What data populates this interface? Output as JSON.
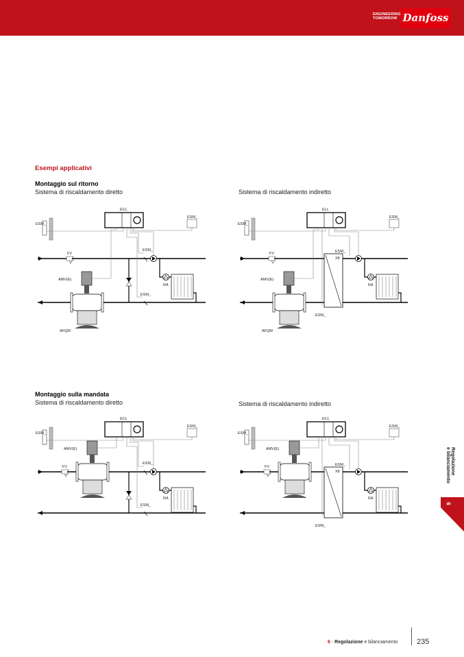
{
  "header": {
    "tagline_1": "ENGINEERING",
    "tagline_2": "TOMORROW",
    "logo": "Danfoss",
    "brand_color": "#c0121b"
  },
  "section_title": "Esempi applicativi",
  "groups": [
    {
      "title": "Montaggio sul ritorno",
      "left_subtitle": "Sistema di riscaldamento diretto",
      "right_subtitle": "Sistema di riscaldamento indiretto"
    },
    {
      "title": "Montaggio sulla mandata",
      "left_subtitle": "Sistema di riscaldamento diretto",
      "right_subtitle": "Sistema di riscaldamento indiretto"
    }
  ],
  "diagrams": [
    {
      "mount": "return",
      "type": "direct",
      "labels": {
        "controller": "ECL",
        "outdoor_sensor": "ESM_",
        "room_sensor": "ESM_",
        "supply_sensor": "ESM_",
        "return_sensor": "ESM_",
        "filter": "FV",
        "actuator": "AMV(E)",
        "valve": "AFQM",
        "radiator_valve": "RA"
      }
    },
    {
      "mount": "return",
      "type": "indirect",
      "labels": {
        "controller": "ELL",
        "outdoor_sensor": "ESM_",
        "room_sensor": "ESM_",
        "supply_sensor": "ESM_",
        "return_sensor": "ESM_",
        "filter": "FV",
        "actuator": "AMV(E)",
        "valve": "AFQM",
        "radiator_valve": "RA",
        "exchanger": "X8"
      }
    },
    {
      "mount": "supply",
      "type": "direct",
      "labels": {
        "controller": "ECL",
        "outdoor_sensor": "ESM_",
        "room_sensor": "ESM_",
        "supply_sensor": "ESM_",
        "return_sensor": "ESM_",
        "filter": "FV",
        "actuator": "AMV(E)",
        "radiator_valve": "RA"
      }
    },
    {
      "mount": "supply",
      "type": "indirect",
      "labels": {
        "controller": "ECL",
        "outdoor_sensor": "ESM_",
        "room_sensor": "ESM_",
        "supply_sensor": "ESM_",
        "return_sensor": "ESM_",
        "filter": "FV",
        "actuator": "AMV(E)",
        "radiator_valve": "RA",
        "exchanger": "X8"
      }
    }
  ],
  "side_tab": {
    "number": "6",
    "label_1": "Regolazione",
    "label_2": "e bilanciamento"
  },
  "footer": {
    "chapter": "6",
    "sep": " - ",
    "bold": "Regolazione",
    "rest": " e bilanciamento",
    "page": "235"
  }
}
